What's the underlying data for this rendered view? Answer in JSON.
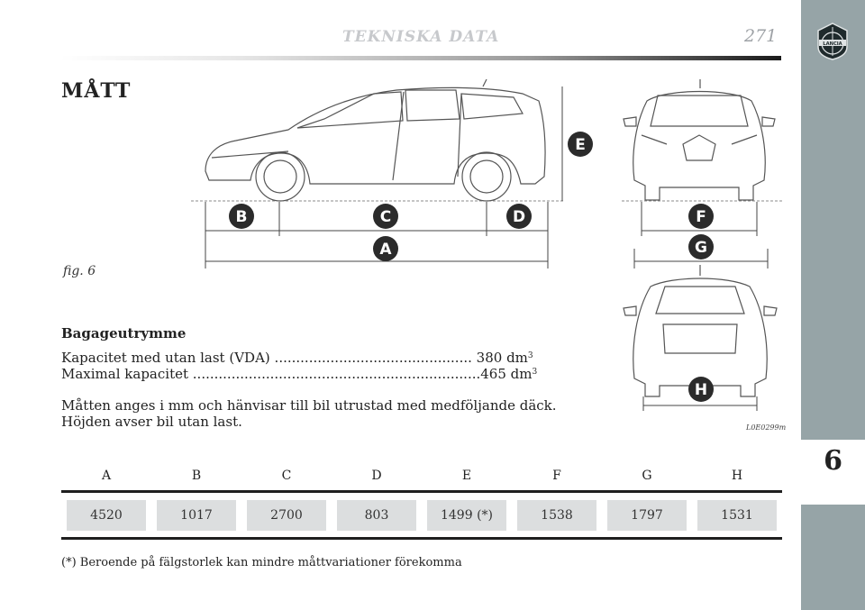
{
  "header": {
    "section_title": "TEKNISKA DATA",
    "page_number": "271"
  },
  "sidebar": {
    "chapter_number": "6",
    "logo_text": "LANCIA"
  },
  "title": "MÅTT",
  "figure": {
    "caption": "fig. 6",
    "code": "L0E0299m",
    "labels": [
      "A",
      "B",
      "C",
      "D",
      "E",
      "F",
      "G",
      "H"
    ]
  },
  "luggage": {
    "heading": "Bagageutrymme",
    "vda_label": "Kapacitet med utan last (VDA)",
    "vda_dots": "..............................................",
    "vda_value": "380 dm",
    "max_label": "Maximal kapacitet",
    "max_dots": "...................................................................",
    "max_value": "465 dm",
    "unit_exp": "3"
  },
  "note_1": "Måtten anges i mm och hänvisar till bil utrustad med medföljande däck.",
  "note_2": "Höjden avser bil utan last.",
  "table": {
    "headers": [
      "A",
      "B",
      "C",
      "D",
      "E",
      "F",
      "G",
      "H"
    ],
    "values": [
      "4520",
      "1017",
      "2700",
      "803",
      "1499 (*)",
      "1538",
      "1797",
      "1531"
    ]
  },
  "footnote": "(*) Beroende på fälgstorlek kan mindre måttvariationer förekomma",
  "colors": {
    "sidebar": "#96a4a7",
    "cell": "#dcdedf",
    "label_dark": "#2b2b2b"
  }
}
